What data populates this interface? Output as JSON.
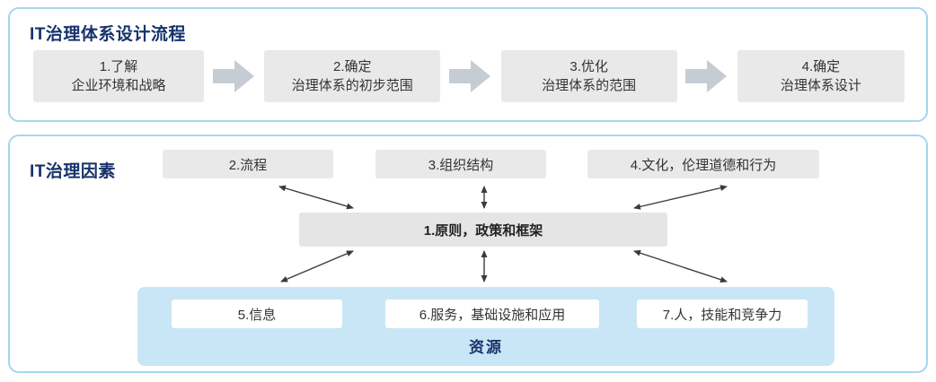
{
  "colors": {
    "title_navy": "#17336b",
    "panel_border": "#a5d6ef",
    "box_gray": "#e9e9e9",
    "flow_arrow_gray": "#c6ccd3",
    "resource_blue": "#c9e6f6",
    "connector_dark": "#3b3b3b",
    "text_dark": "#333333"
  },
  "process_panel": {
    "title": "IT治理体系设计流程",
    "steps": [
      {
        "line1": "1.了解",
        "line2": "企业环境和战略"
      },
      {
        "line1": "2.确定",
        "line2": "治理体系的初步范围"
      },
      {
        "line1": "3.优化",
        "line2": "治理体系的范围"
      },
      {
        "line1": "4.确定",
        "line2": "治理体系设计"
      }
    ]
  },
  "factors_panel": {
    "title": "IT治理因素",
    "top_factors": [
      "2.流程",
      "3.组织结构",
      "4.文化，伦理道德和行为"
    ],
    "center_factor": "1.原则，政策和框架",
    "resource_factors": [
      "5.信息",
      "6.服务，基础设施和应用",
      "7.人，技能和竞争力"
    ],
    "resource_label": "资源"
  }
}
